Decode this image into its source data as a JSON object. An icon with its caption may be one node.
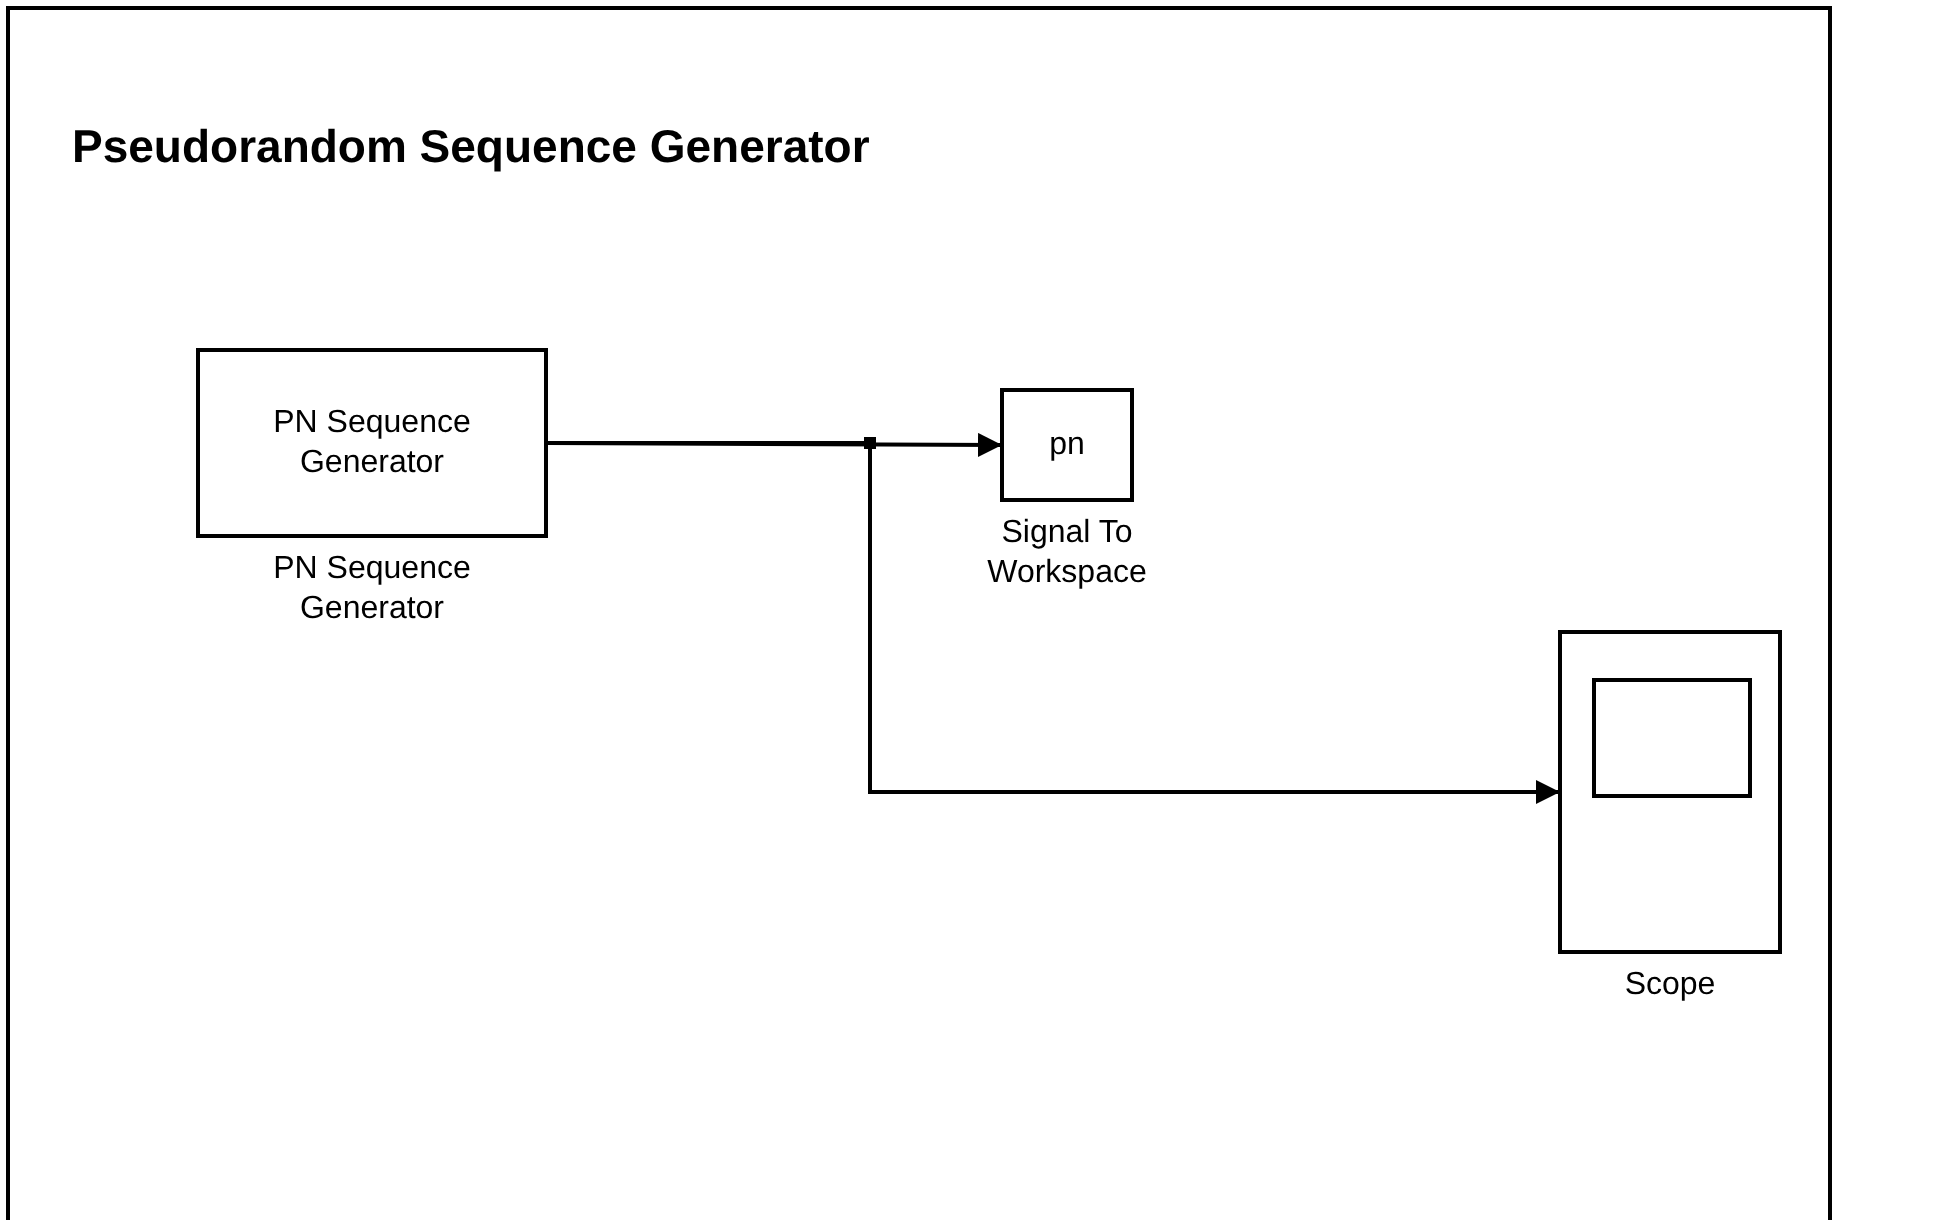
{
  "diagram": {
    "title": "Pseudorandom Sequence Generator",
    "nodes": [
      {
        "text": [
          "PN Sequence Generator"
        ],
        "beside": [
          "PN Sequence Generator"
        ]
      },
      {
        "text": [
          "pn"
        ],
        "beside": [
          "Signal To Workspace"
        ]
      },
      {
        "text": [],
        "shape": "box",
        "beside": [
          "Scope"
        ]
      }
    ],
    "edges": [
      {
        "from": 0,
        "to": 1,
        "arrow": "to"
      },
      {
        "from": 0,
        "to": 2,
        "arrow": "to"
      }
    ]
  }
}
